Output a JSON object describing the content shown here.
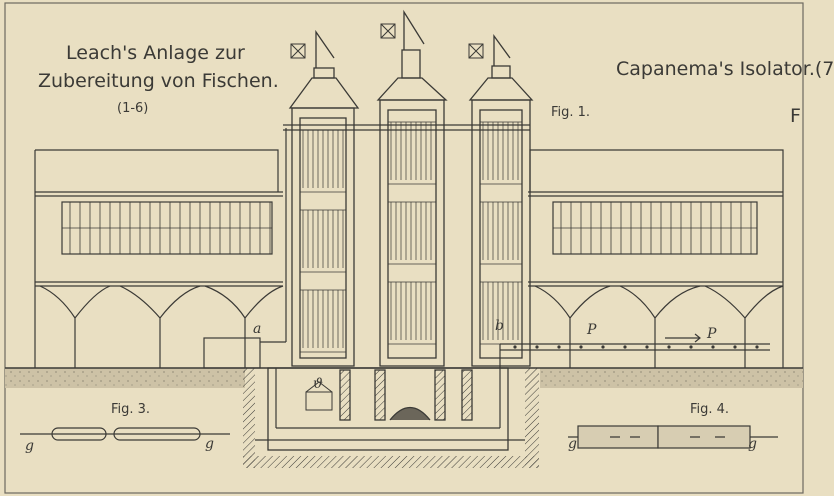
{
  "plate": {
    "paper_color": "#e9dfc2",
    "ink_color": "#3b3a36",
    "ground_color": "#cdc2a6",
    "title_line1": "Leach's Anlage zur",
    "title_line2": "Zubereitung von Fischen.",
    "title_range": "(1-6)",
    "right_title": "Capanema's Isolator.(7",
    "right_edge_letter": "F"
  },
  "figures": {
    "fig1": "Fig. 1.",
    "fig3": "Fig. 3.",
    "fig4": "Fig. 4."
  },
  "letters": {
    "a": "a",
    "b": "b",
    "p1": "P",
    "p2": "P",
    "theta": "ϑ",
    "g1": "g",
    "g2": "g",
    "g3": "g",
    "g4": "g"
  },
  "icons": {
    "ventilator": "ventilator-fan-icon",
    "furnace": "furnace-icon"
  }
}
